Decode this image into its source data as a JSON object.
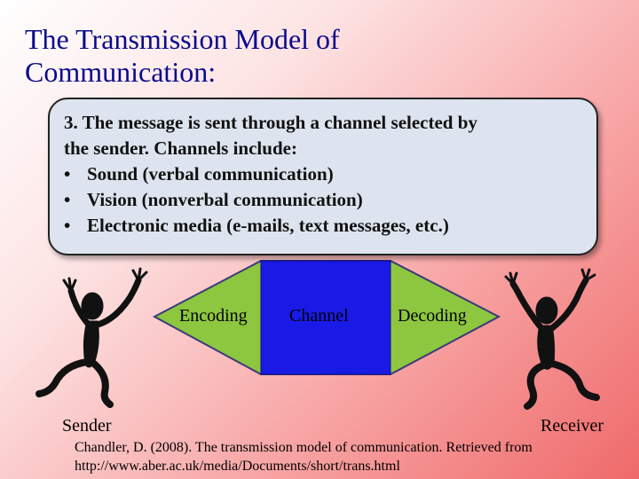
{
  "title_line1": "The Transmission Model of",
  "title_line2": "Communication:",
  "callout": {
    "line1": "3. The message is sent through a channel selected by",
    "line2": "the sender.  Channels include:",
    "bullets": [
      "Sound (verbal communication)",
      "Vision (nonverbal communication)",
      "Electronic media (e-mails, text messages, etc.)"
    ],
    "bullet_glyph": "•"
  },
  "diagram": {
    "encoding": "Encoding",
    "channel": "Channel",
    "decoding": "Decoding",
    "sender": "Sender",
    "receiver": "Receiver"
  },
  "colors": {
    "title": "#0a0a8c",
    "hex_fill": "#8dc63f",
    "channel_fill": "#1a1ae6"
  },
  "citation_line1": "Chandler, D. (2008). The transmission model of communication. Retrieved from",
  "citation_line2": "http://www.aber.ac.uk/media/Documents/short/trans.html"
}
